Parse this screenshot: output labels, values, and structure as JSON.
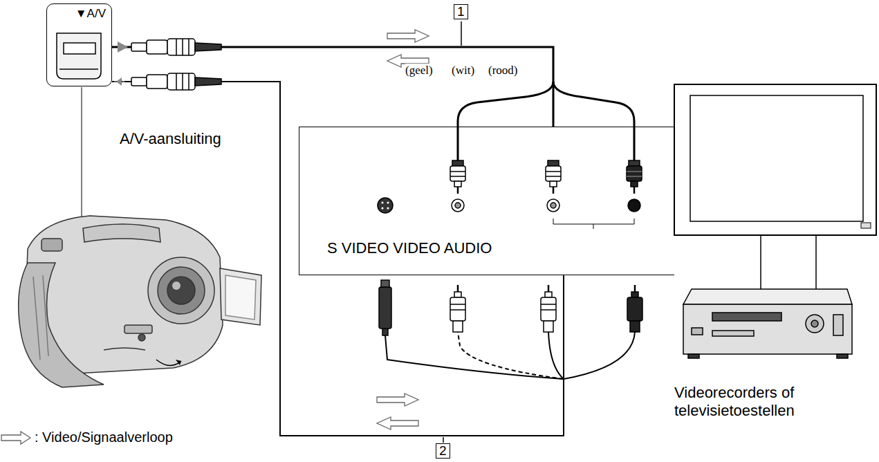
{
  "diagram": {
    "nodes": [
      {
        "text": [
          "▼A/V"
        ]
      },
      {
        "text": [
          "S VIDEO VIDEO AUDIO"
        ]
      }
    ],
    "edges": [
      {
        "from": 0,
        "to": 1,
        "arrow": "none",
        "label": "1"
      },
      {
        "from": 0,
        "to": 1,
        "arrow": "none",
        "label": "2"
      }
    ],
    "labels": [
      "(geel)",
      "(wit)",
      "(rood)",
      "A/V-aansluiting",
      "Videorecorders of televisietoestellen"
    ],
    "legend": [
      {
        "text": ": Video/Signaalverloop"
      }
    ]
  }
}
